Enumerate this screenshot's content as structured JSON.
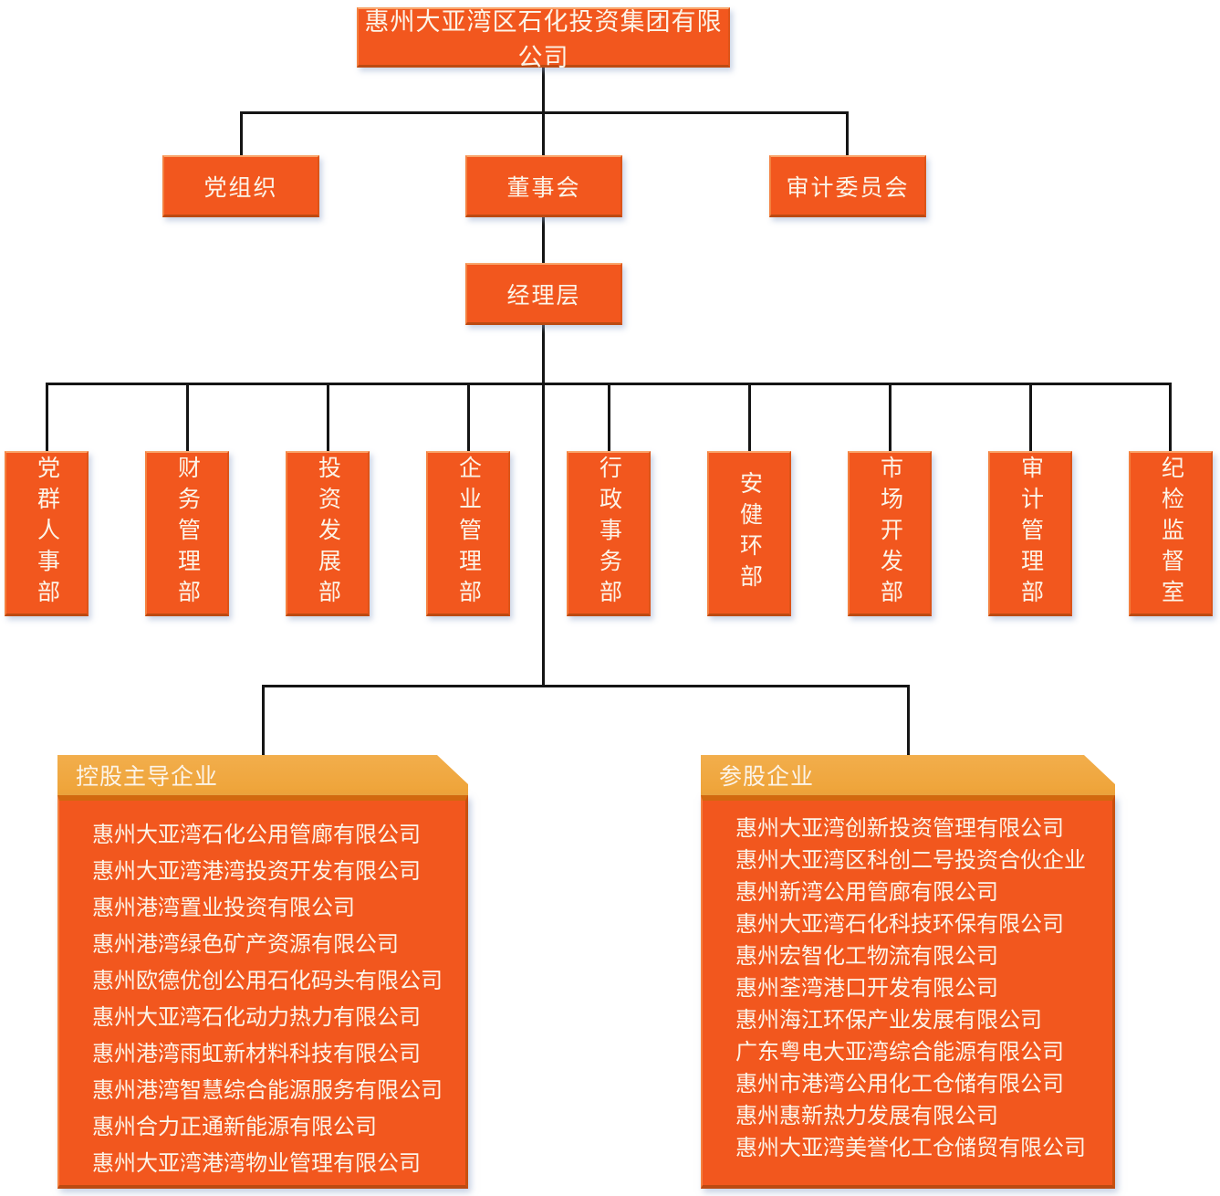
{
  "colors": {
    "box_orange": "#F2571E",
    "box_border_light": "#F9A56B",
    "box_border_dark": "#BC4A12",
    "header_amber": "#EEA338",
    "header_divider": "#D2690F",
    "connector_black": "#151515",
    "text_cream": "#FCF4E8",
    "background": "#FFFFFF"
  },
  "root": {
    "label": "惠州大亚湾区石化投资集团有限公司"
  },
  "level2": [
    {
      "label": "党组织"
    },
    {
      "label": "董事会"
    },
    {
      "label": "审计委员会"
    }
  ],
  "management": {
    "label": "经理层"
  },
  "departments": [
    "党群人事部",
    "财务管理部",
    "投资发展部",
    "企业管理部",
    "行政事务部",
    "安健环部",
    "市场开发部",
    "审计管理部",
    "纪检监督室"
  ],
  "groups": [
    {
      "title": "控股主导企业",
      "companies": [
        "惠州大亚湾石化公用管廊有限公司",
        "惠州大亚湾港湾投资开发有限公司",
        "惠州港湾置业投资有限公司",
        "惠州港湾绿色矿产资源有限公司",
        "惠州欧德优创公用石化码头有限公司",
        "惠州大亚湾石化动力热力有限公司",
        "惠州港湾雨虹新材料科技有限公司",
        "惠州港湾智慧综合能源服务有限公司",
        "惠州合力正通新能源有限公司",
        "惠州大亚湾港湾物业管理有限公司"
      ]
    },
    {
      "title": "参股企业",
      "companies": [
        "惠州大亚湾创新投资管理有限公司",
        "惠州大亚湾区科创二号投资合伙企业",
        "惠州新湾公用管廊有限公司",
        "惠州大亚湾石化科技环保有限公司",
        "惠州宏智化工物流有限公司",
        "惠州荃湾港口开发有限公司",
        "惠州海江环保产业发展有限公司",
        "广东粤电大亚湾综合能源有限公司",
        "惠州市港湾公用化工仓储有限公司",
        "惠州惠新热力发展有限公司",
        "惠州大亚湾美誉化工仓储贸有限公司"
      ]
    }
  ]
}
